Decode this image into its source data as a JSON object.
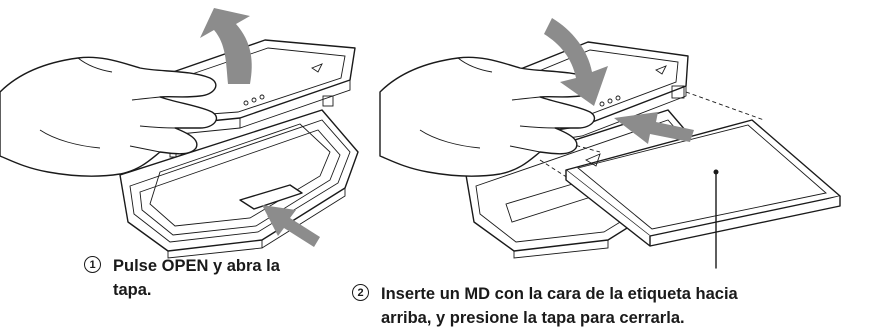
{
  "illustration_left": {
    "description_icon": "hand-opening-md-lid-icon"
  },
  "illustration_right": {
    "description_icon": "hand-inserting-md-disc-icon"
  },
  "step1": {
    "number": "1",
    "text": "Pulse OPEN y abra la\ntapa."
  },
  "step2": {
    "number": "2",
    "text": "Inserte un MD con la cara de la etiqueta hacia\narriba, y presione la tapa para cerrarla."
  },
  "colors": {
    "line": "#1a1a1a",
    "arrow_fill": "#8c8c8c",
    "background": "#ffffff"
  }
}
